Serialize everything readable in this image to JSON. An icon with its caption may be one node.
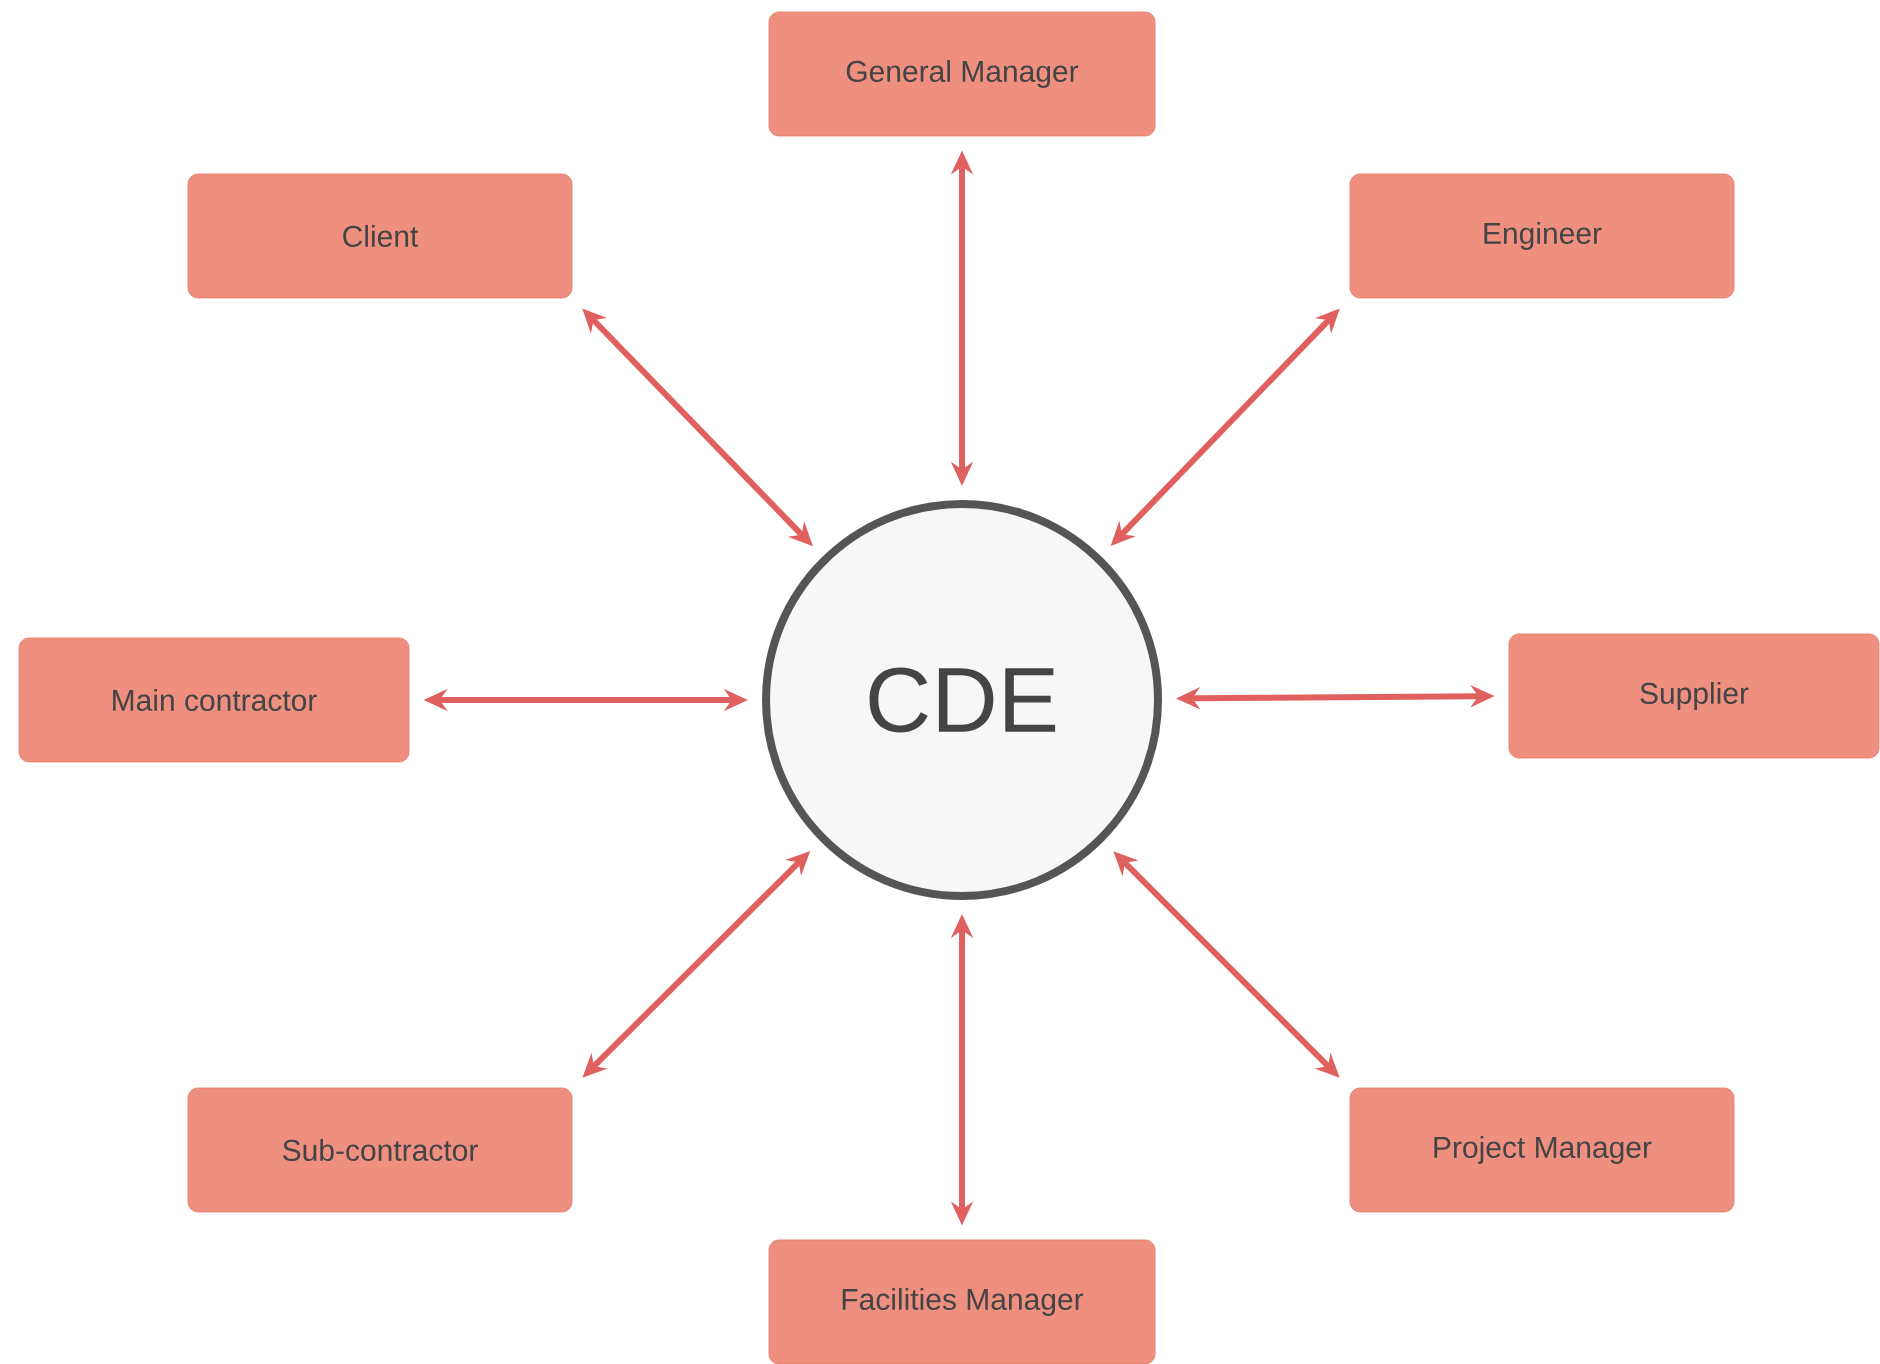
{
  "diagram": {
    "nodes": [
      {
        "text": [
          "CDE"
        ]
      },
      {
        "text": [
          "General Manager"
        ]
      },
      {
        "text": [
          "Client"
        ]
      },
      {
        "text": [
          "Engineer"
        ]
      },
      {
        "text": [
          "Main contractor"
        ]
      },
      {
        "text": [
          "Supplier"
        ]
      },
      {
        "text": [
          "Sub-contractor"
        ]
      },
      {
        "text": [
          "Project Manager"
        ]
      },
      {
        "text": [
          "Facilities Manager"
        ]
      }
    ],
    "edges": [
      {
        "from": 0,
        "to": 1,
        "arrow": "both"
      },
      {
        "from": 0,
        "to": 2,
        "arrow": "both"
      },
      {
        "from": 0,
        "to": 3,
        "arrow": "both"
      },
      {
        "from": 0,
        "to": 4,
        "arrow": "both"
      },
      {
        "from": 0,
        "to": 5,
        "arrow": "both"
      },
      {
        "from": 0,
        "to": 6,
        "arrow": "both"
      },
      {
        "from": 0,
        "to": 7,
        "arrow": "both"
      },
      {
        "from": 0,
        "to": 8,
        "arrow": "both"
      }
    ]
  }
}
